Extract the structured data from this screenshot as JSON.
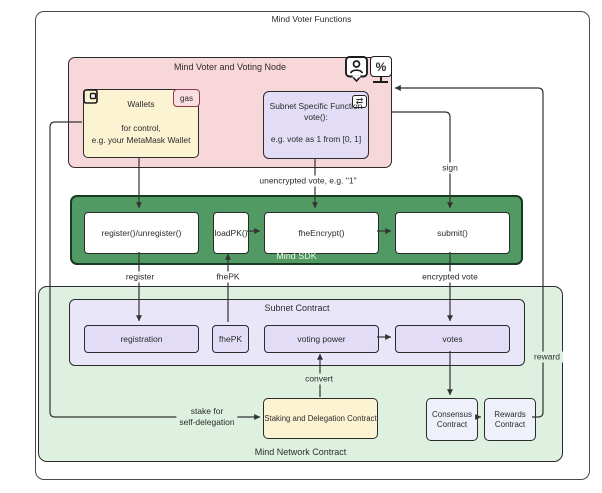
{
  "title": "Mind Voter Functions",
  "colors": {
    "pink_container": "#f8d7db",
    "cream_box": "#fcf3d2",
    "lavender_box": "#e2dcf6",
    "lavender_container": "#eae6fa",
    "green_container": "#529a63",
    "light_green_container": "#def1e1",
    "contract_box": "#eef1fa",
    "line": "#333333"
  },
  "voter_node": {
    "title": "Mind Voter and Voting Node",
    "icons": {
      "user": "user-comment-icon",
      "percent": "percent-display-icon",
      "percent_glyph": "%"
    },
    "wallets": {
      "icon": "wallet-icon",
      "badge": "gas",
      "title": "Wallets",
      "line1": "for control,",
      "line2": "e.g. your MetaMask Wallet"
    },
    "subnet_function": {
      "icon": "swap-arrows-icon",
      "glyph": "⇄",
      "line1": "Subnet Specific Function",
      "line2": "vote():",
      "line3": "e.g. vote as 1 from [0, 1]"
    }
  },
  "sdk": {
    "title": "Mind SDK",
    "boxes": [
      "register()/unregister()",
      "loadPK()",
      "fheEncrypt()",
      "submit()"
    ]
  },
  "network": {
    "title": "Mind Network Contract",
    "subnet_contract": {
      "title": "Subnet Contract",
      "boxes": [
        "registration",
        "fhePK",
        "voting power",
        "votes"
      ]
    },
    "staking": "Staking and Delegation Contract",
    "consensus": "Consensus Contract",
    "rewards": "Rewards Contract"
  },
  "edges": {
    "unencrypted": "unencrypted vote, e.g. \"1\"",
    "sign": "sign",
    "register": "register",
    "fhepk": "fhePK",
    "encrypted": "encrypted vote",
    "convert": "convert",
    "stake_line1": "stake for",
    "stake_line2": "self-delegation",
    "reward": "reward"
  }
}
